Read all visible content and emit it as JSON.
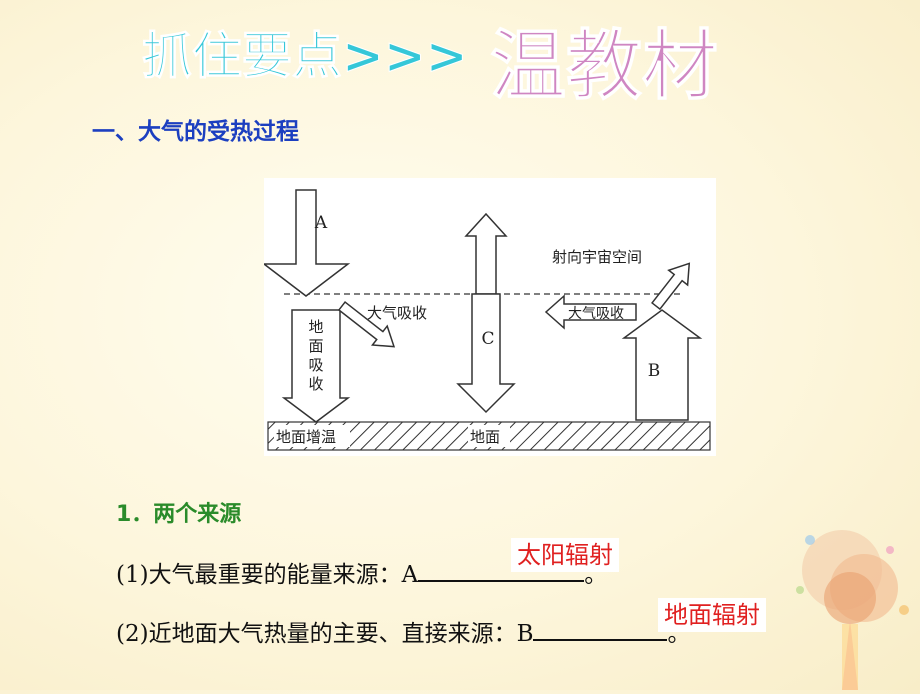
{
  "header": {
    "title_left": "抓住要点>>>",
    "title_right": "温教材",
    "title_left_color": "#35c7d8",
    "title_right_color": "#cf86c2"
  },
  "section": {
    "heading": "一、大气的受热过程"
  },
  "diagram": {
    "label_A": "A",
    "label_B": "B",
    "label_C": "C",
    "label_space": "射向宇宙空间",
    "label_atm_absorb_1": "大气吸收",
    "label_atm_absorb_2": "大气吸收",
    "label_ground_absorb_chars": [
      "地",
      "面",
      "吸",
      "收"
    ],
    "label_ground_warm": "地面增温",
    "label_ground": "地面"
  },
  "subsection": {
    "heading": "1．两个来源"
  },
  "questions": {
    "q1_text": "(1)大气最重要的能量来源：A",
    "q1_answer": "太阳辐射",
    "q1_end": "。",
    "q2_text": "(2)近地面大气热量的主要、直接来源：B",
    "q2_answer": "地面辐射",
    "q2_end": "。",
    "answer_color": "#e02020"
  },
  "decoration": {
    "icon": "brain-lightbulb-icon"
  }
}
